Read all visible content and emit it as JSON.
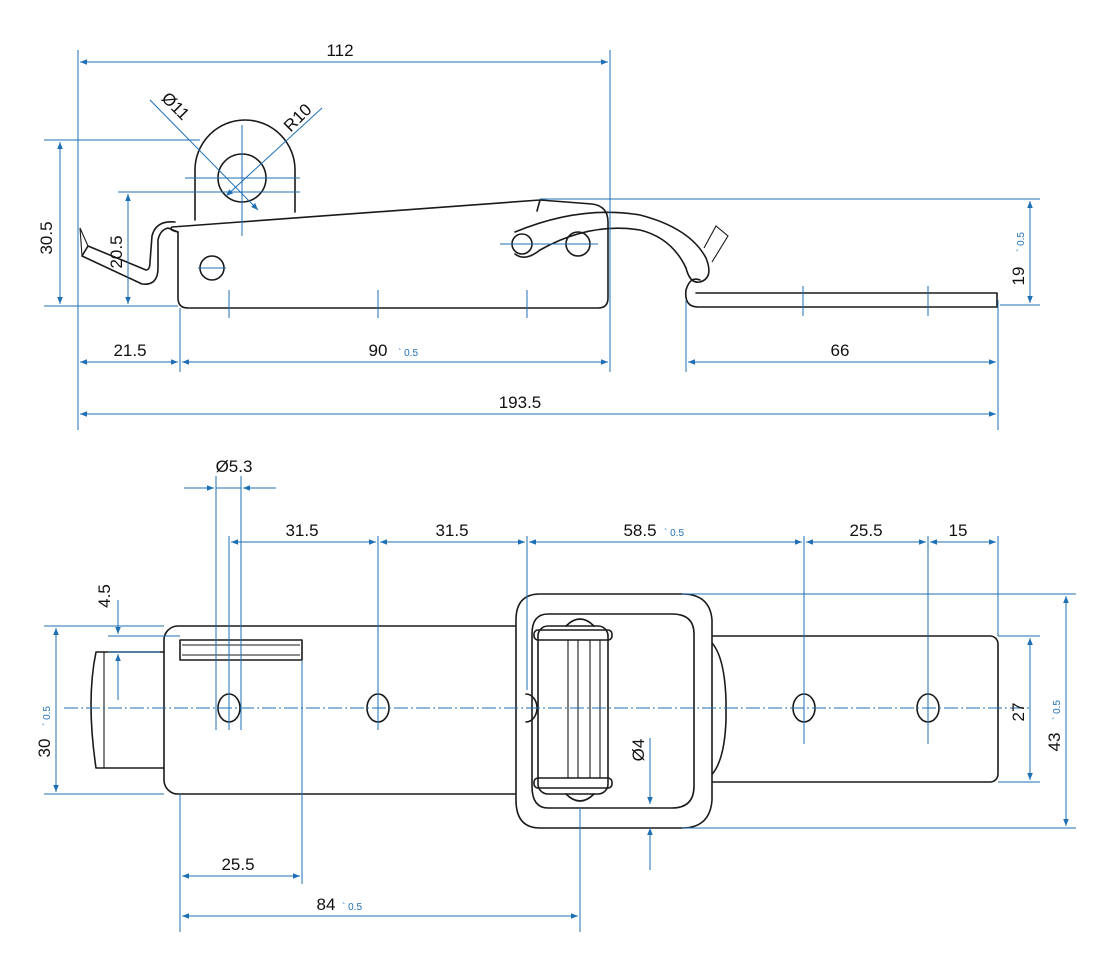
{
  "side_view": {
    "overall_top": "112",
    "hole_dia": "Ø11",
    "radius": "R10",
    "height_total": "30.5",
    "height_hook": "20.5",
    "left_offset": "21.5",
    "base_length": "90",
    "base_length_tol": "` 0.5",
    "strike_length": "66",
    "overall_length": "193.5",
    "strike_height": "19",
    "strike_height_tol": "` 0.5"
  },
  "top_view": {
    "hole_dia": "Ø5.3",
    "pitch_1": "31.5",
    "pitch_2": "31.5",
    "pitch_3": "58.5",
    "pitch_3_tol": "` 0.5",
    "pitch_4": "25.5",
    "pitch_5": "15",
    "tab_width": "4.5",
    "base_width": "30",
    "base_width_tol": "` 0.5",
    "strike_width": "27",
    "overall_width": "43",
    "overall_width_tol": "` 0.5",
    "pin_dia": "Ø4",
    "slot_length": "25.5",
    "pivot_offset": "84",
    "pivot_offset_tol": "` 0.5"
  },
  "colors": {
    "dimension": "#1f6fb4",
    "outline": "#1a1a1a"
  }
}
